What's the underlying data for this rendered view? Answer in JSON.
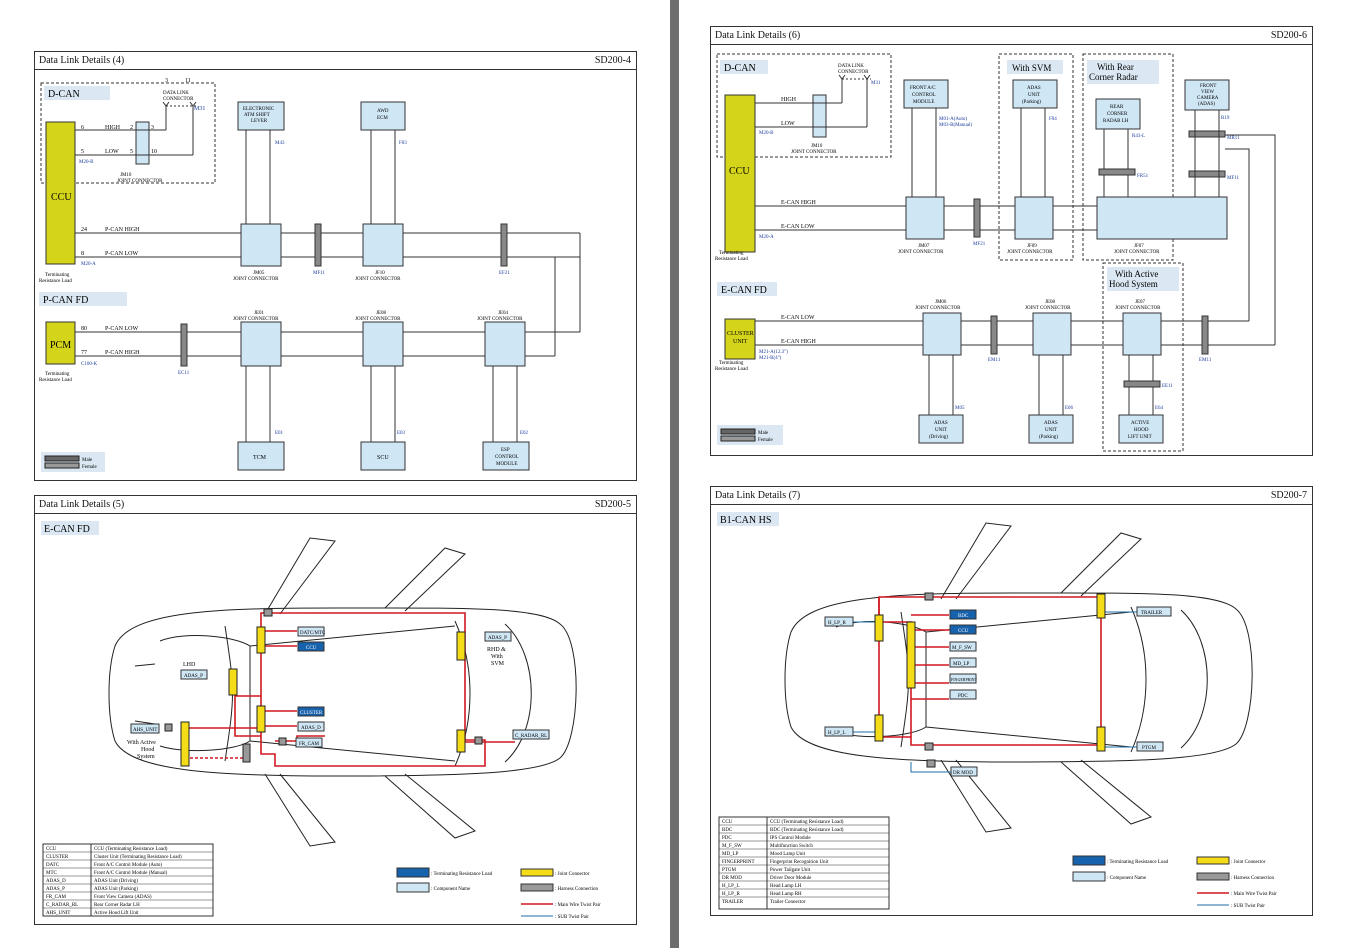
{
  "panels": {
    "p4": {
      "title": "Data Link Details (4)",
      "code": "SD200-4"
    },
    "p5": {
      "title": "Data Link Details (5)",
      "code": "SD200-5"
    },
    "p6": {
      "title": "Data Link Details (6)",
      "code": "SD200-6"
    },
    "p7": {
      "title": "Data Link Details (7)",
      "code": "SD200-7"
    }
  },
  "d4": {
    "dcan": "D-CAN",
    "pcan": "P-CAN FD",
    "ccu": "CCU",
    "pcm": "PCM",
    "term": "Terminating",
    "term2": "Resistance Load",
    "high": "HIGH",
    "low": "LOW",
    "pcan_high": "P-CAN HIGH",
    "pcan_low": "P-CAN LOW",
    "dlc1": "DATA LINK",
    "dlc2": "CONNECTOR",
    "m31": "M31",
    "jm10": "JM10",
    "jc": "JOINT CONNECTOR",
    "m20b": "M20-B",
    "m20a": "M20-A",
    "c100k": "C100-K",
    "ec11": "EC11",
    "mf11": "MF11",
    "ef21": "EF21",
    "atm1": "ELECTRONIC",
    "atm2": "ATM SHIFT",
    "atm3": "LEVER",
    "m43": "M43",
    "awd1": "AWD",
    "awd2": "ECM",
    "f03": "F03",
    "jm05": "JM05",
    "jf10": "JF10",
    "je01": "JE01",
    "je08": "JE08",
    "je04": "JE04",
    "tcm": "TCM",
    "scu": "SCU",
    "esp1": "ESP",
    "esp2": "CONTROL",
    "esp3": "MODULE",
    "e01": "E01",
    "e03": "E03",
    "e02": "E02",
    "male": "Male",
    "female": "Female"
  },
  "d6": {
    "dcan": "D-CAN",
    "ecan": "E-CAN FD",
    "ccu": "CCU",
    "cluster1": "CLUSTER",
    "cluster2": "UNIT",
    "term": "Terminating",
    "term2": "Resistance Load",
    "high": "HIGH",
    "low": "LOW",
    "ecan_high": "E-CAN HIGH",
    "ecan_low": "E-CAN LOW",
    "dlc1": "DATA LINK",
    "dlc2": "CONNECTOR",
    "m31": "M31",
    "jm10": "JM10",
    "jc": "JOINT CONNECTOR",
    "m20b": "M20-B",
    "m20a": "M20-A",
    "m21a": "M21-A(12.3\")",
    "m21b": "M21-B(4\")",
    "svm": "With SVM",
    "radar1": "With Rear",
    "radar2": "Corner Radar",
    "hood1": "With Active",
    "hood2": "Hood System",
    "fatc1": "FRONT A/C",
    "fatc2": "CONTROL",
    "fatc3": "MODULE",
    "m01": "M01-A(Auto)",
    "m03": "M03-B(Manual)",
    "adasp1": "ADAS",
    "adasp2": "UNIT",
    "adasp3": "(Parking)",
    "f04": "F04",
    "rcr1": "REAR",
    "rcr2": "CORNER",
    "rcr3": "RADAR LH",
    "r43l": "R43-L",
    "fvc1": "FRONT",
    "fvc2": "VIEW",
    "fvc3": "CAMERA",
    "fvc4": "(ADAS)",
    "r19": "R19",
    "mr11": "MR11",
    "fr51": "FR51",
    "mf11": "MF11",
    "mf21": "MF21",
    "jm07": "JM07",
    "jf09": "JF09",
    "jf07": "JF07",
    "jm06": "JM06",
    "je08": "JE08",
    "je07": "JE07",
    "em11": "EM11",
    "ee11": "EE11",
    "adasd1": "ADAS",
    "adasd2": "UNIT",
    "adasd3": "(Driving)",
    "m05": "M05",
    "e06": "E06",
    "e64": "E64",
    "hood_u1": "ACTIVE",
    "hood_u2": "HOOD",
    "hood_u3": "LIFT UNIT",
    "male": "Male",
    "female": "Female"
  },
  "d5": {
    "heading": "E-CAN FD",
    "lhd": "LHD",
    "rhd1": "RHD &",
    "rhd2": "With",
    "rhd3": "SVM",
    "ahs1": "With Active",
    "ahs2": "Hood",
    "ahs3": "System",
    "boxes": {
      "datc": "DATC/MTC",
      "ccu": "CCU",
      "cluster": "CLUSTER",
      "adas_d": "ADAS_D",
      "fr_cam": "FR_CAM",
      "adas_p_lhd": "ADAS_P",
      "adas_p_rhd": "ADAS_P",
      "ahs_unit": "AHS_UNIT",
      "c_radar": "C_RADAR_RL"
    },
    "legend": [
      [
        "CCU",
        "CCU (Terminating Resistance Load)"
      ],
      [
        "CLUSTER",
        "Cluster Unit (Terminating Resistance Load)"
      ],
      [
        "DATC",
        "Front A/C Control Module (Auto)"
      ],
      [
        "MTC",
        "Front A/C Control Module (Manual)"
      ],
      [
        "ADAS_D",
        "ADAS Unit (Driving)"
      ],
      [
        "ADAS_P",
        "ADAS Unit (Parking)"
      ],
      [
        "FR_CAM",
        "Front View Camera (ADAS)"
      ],
      [
        "C_RADAR_RL",
        "Rear Corner Radar LH"
      ],
      [
        "AHS_UNIT",
        "Active Hood Lift Unit"
      ]
    ],
    "key": {
      "term": ": Terminating Resistance Load",
      "comp": ": Component Name",
      "joint": ": Joint Connector",
      "harness": ": Harness Connection",
      "main": ": Main Wire Twist Pair",
      "sub": ": SUB Twist Pair"
    }
  },
  "d7": {
    "heading": "B1-CAN HS",
    "boxes": {
      "bdc": "BDC",
      "ccu": "CCU",
      "mfsw": "M_F_SW",
      "mdlp": "MD_LP",
      "finger": "FINGERPRINT",
      "pdc": "PDC",
      "hlpr": "H_LP_R",
      "hlpl": "H_LP_L",
      "trailer": "TRAILER",
      "ptgm": "PTGM",
      "drmod": "DR MOD"
    },
    "legend": [
      [
        "CCU",
        "CCU (Terminating Resistance Load)"
      ],
      [
        "BDC",
        "BDC (Terminating Resistance Load)"
      ],
      [
        "PDC",
        "IPS Control Module"
      ],
      [
        "M_F_SW",
        "Multifunction Switch"
      ],
      [
        "MD_LP",
        "Mood Lamp Unit"
      ],
      [
        "FINGERPRINT",
        "Fingerprint Recognition Unit"
      ],
      [
        "PTGM",
        "Power Tailgate Unit"
      ],
      [
        "DR MOD",
        "Driver Door Module"
      ],
      [
        "H_LP_L",
        "Head Lamp LH"
      ],
      [
        "H_LP_R",
        "Head Lamp RH"
      ],
      [
        "TRAILER",
        "Trailer Connector"
      ]
    ],
    "key": {
      "term": ": Terminating Resistance Load",
      "comp": ": Component Name",
      "joint": ": Joint Connector",
      "harness": ": Harness Connection",
      "main": ": Main Wire Twist Pair",
      "sub": ": SUB Twist Pair"
    }
  }
}
